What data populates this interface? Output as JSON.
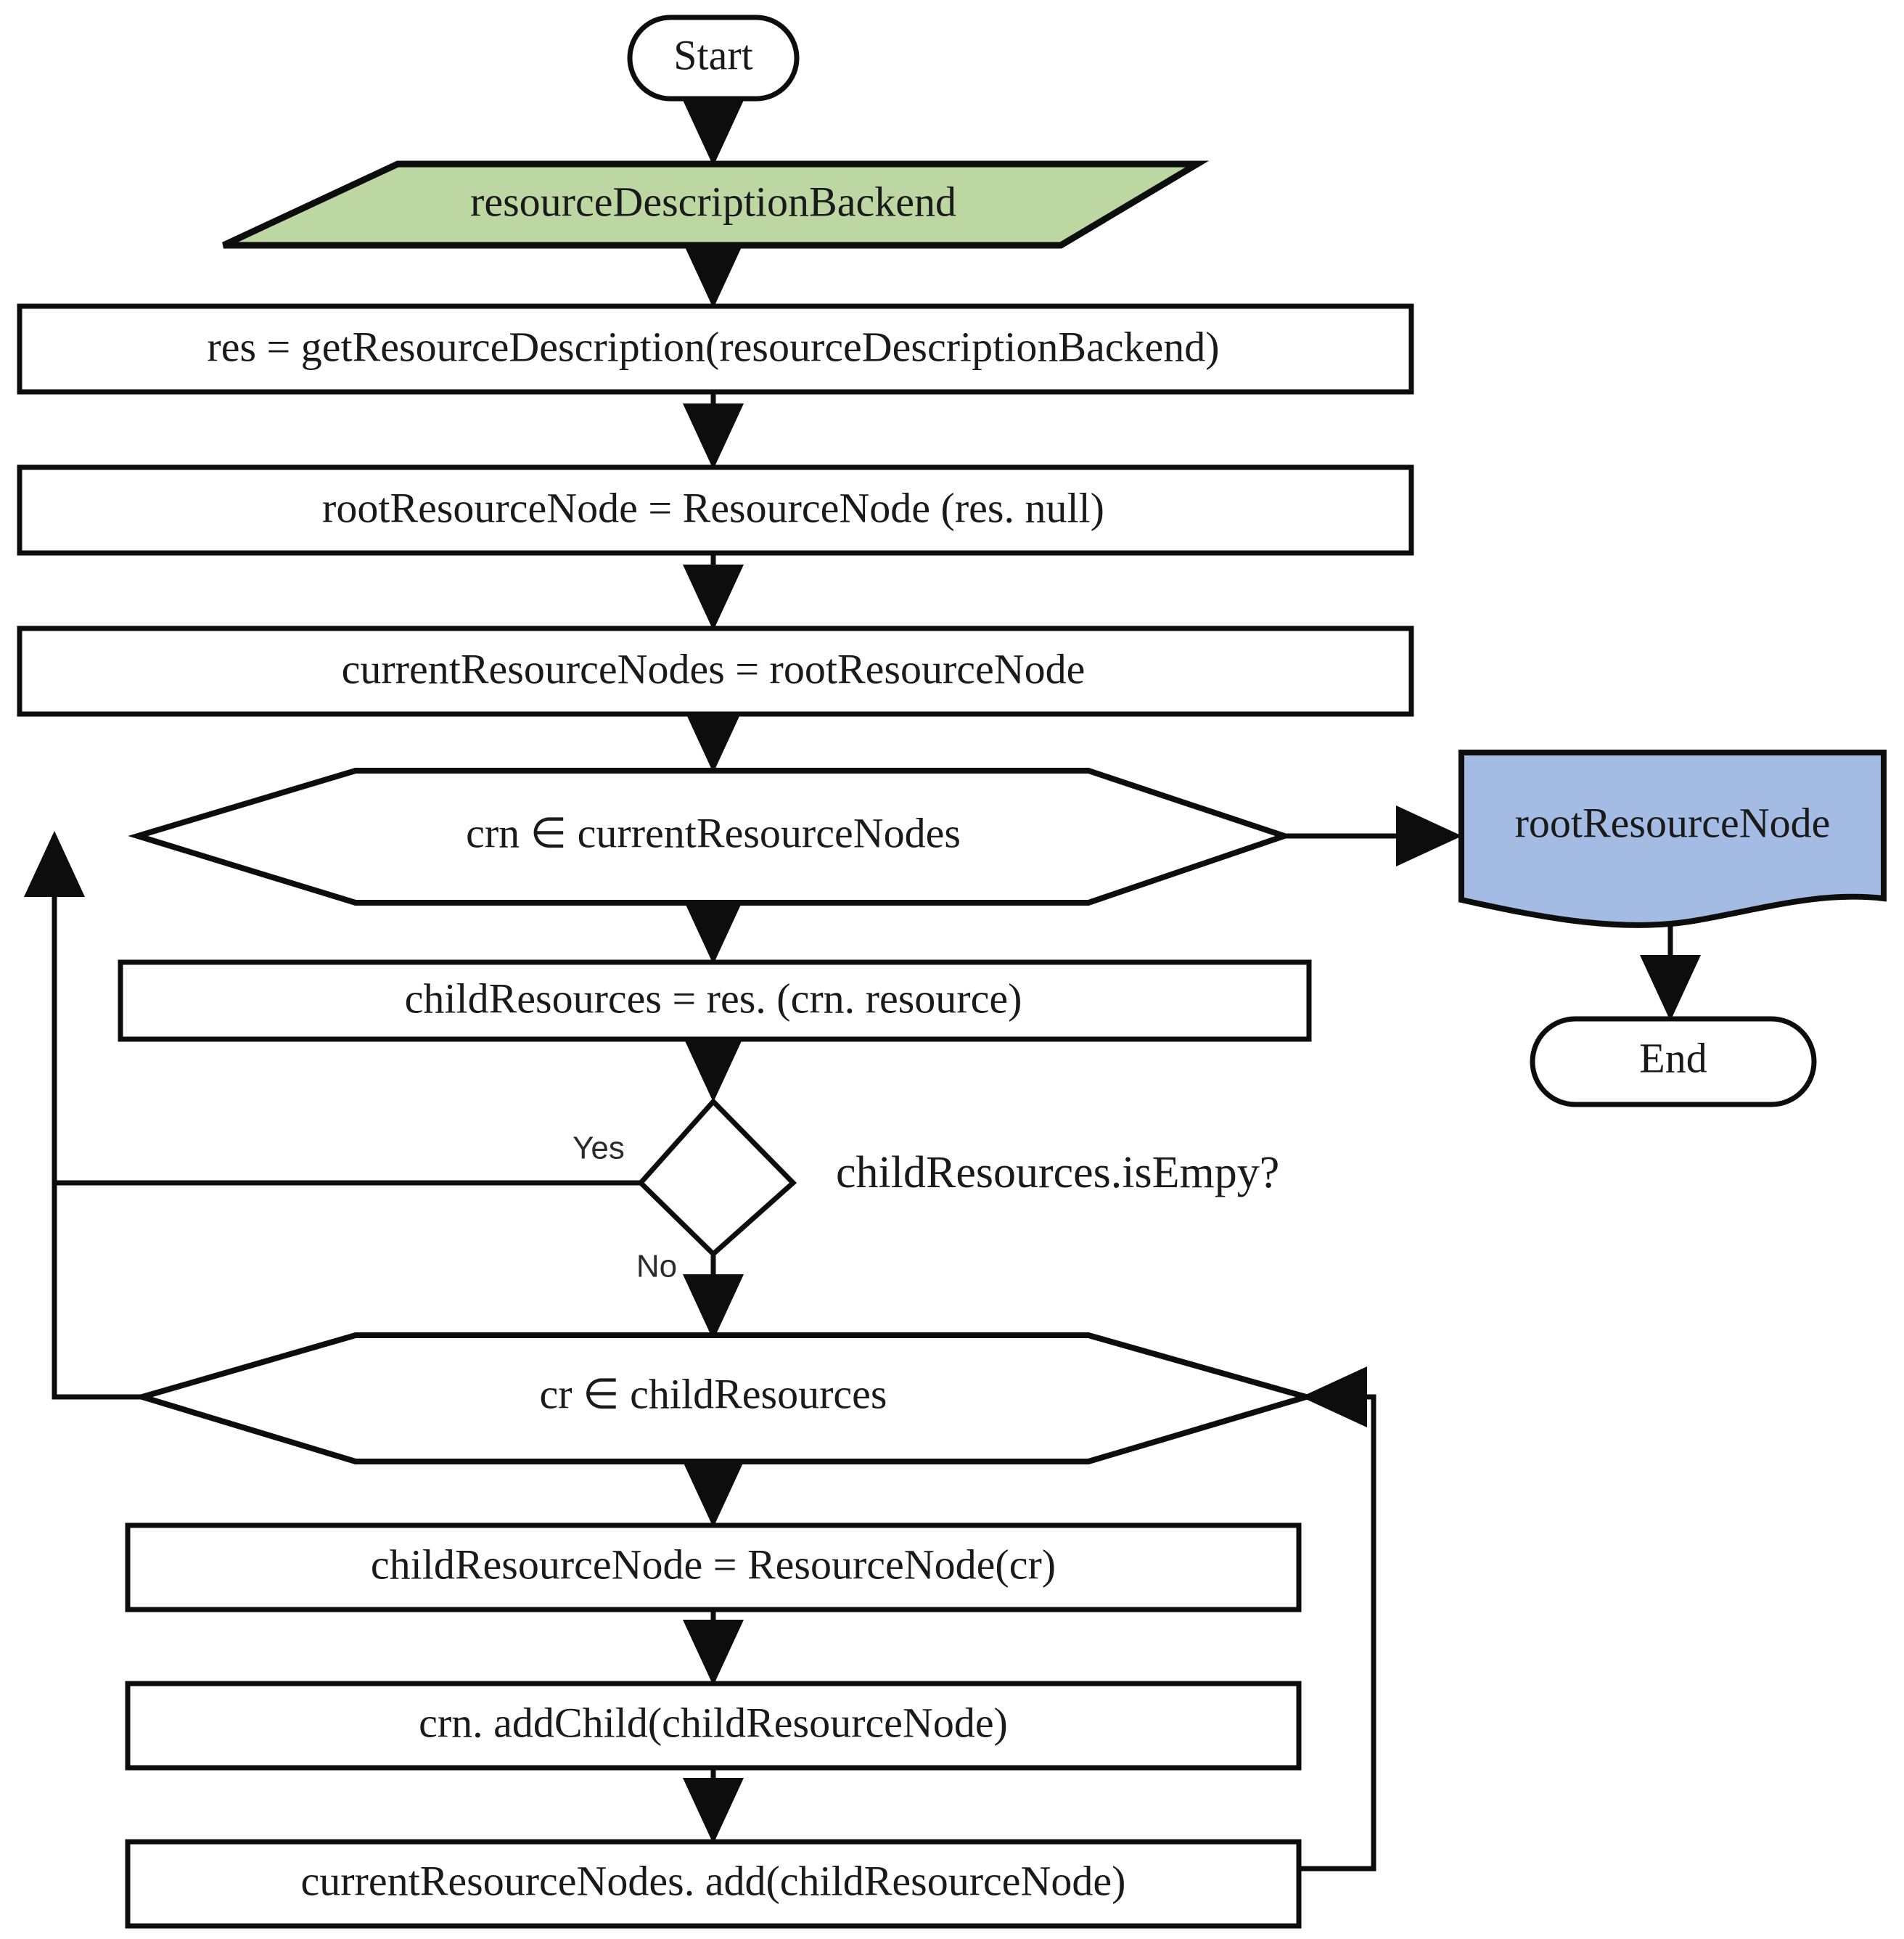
{
  "diagram": {
    "title": "resourceDescriptionBackend resource tree construction flowchart",
    "type": "flowchart",
    "colors": {
      "green_fill": "#bdd7a3",
      "blue_fill": "#a4bbe3",
      "stroke": "#0d0d0d",
      "background": "#ffffff"
    },
    "nodes": {
      "start": {
        "label": "Start",
        "shape": "terminator"
      },
      "input_backend": {
        "label": "resourceDescriptionBackend",
        "shape": "parallelogram-io"
      },
      "get_resource_description": {
        "label": "res = getResourceDescription(resourceDescriptionBackend)",
        "shape": "process"
      },
      "root_resource_node": {
        "label": "rootResourceNode = ResourceNode (res. null)",
        "shape": "process"
      },
      "current_resource_nodes": {
        "label": "currentResourceNodes = rootResourceNode",
        "shape": "process"
      },
      "loop_crn": {
        "label": "crn  ∈ currentResourceNodes",
        "shape": "loop-hexagon"
      },
      "child_resources": {
        "label": "childResources = res. (crn. resource)",
        "shape": "process"
      },
      "decision_is_empty": {
        "label": "childResources.isEmpy?",
        "shape": "diamond"
      },
      "loop_cr": {
        "label": "cr  ∈ childResources",
        "shape": "loop-hexagon"
      },
      "child_resource_node": {
        "label": "childResourceNode = ResourceNode(cr)",
        "shape": "process"
      },
      "add_child": {
        "label": "crn. addChild(childResourceNode)",
        "shape": "process"
      },
      "add_to_current": {
        "label": "currentResourceNodes. add(childResourceNode)",
        "shape": "process"
      },
      "output_root": {
        "label": "rootResourceNode",
        "shape": "document"
      },
      "end": {
        "label": "End",
        "shape": "terminator"
      }
    },
    "edge_labels": {
      "yes": "Yes",
      "no": "No"
    }
  }
}
